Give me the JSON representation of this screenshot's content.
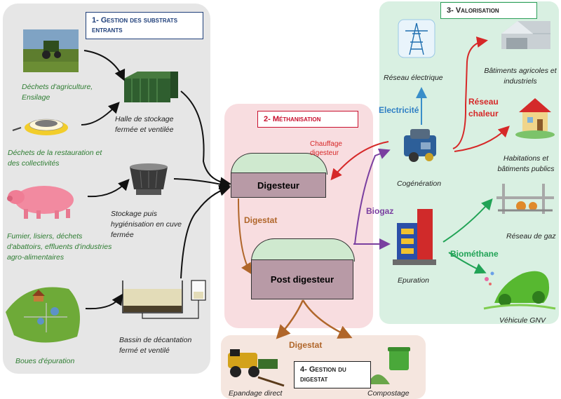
{
  "sections": {
    "s1": "1- Gestion des substrats entrants",
    "s2": "2- Méthanisation",
    "s3": "3- Valorisation",
    "s4": "4- Gestion du digestat"
  },
  "inputs": {
    "agriculture": "Déchets d'agriculture, Ensilage",
    "restauration": "Déchets de la restauration et des collectivités",
    "fumier": "Fumier, lisiers, déchets d'abattoirs, effluents d'industries agro-alimentaires",
    "boues": "Boues d'épuration"
  },
  "storage": {
    "halle": "Halle de stockage fermée et ventilée",
    "cuve": "Stockage puis hygiénisation en cuve fermée",
    "bassin": "Bassin de décantation fermé et ventilé"
  },
  "process": {
    "digesteur": "Digesteur",
    "post_digesteur": "Post digesteur",
    "digestat": "Digestat",
    "chauffage": "Chauffage digesteur",
    "biogaz": "Biogaz"
  },
  "valorisation": {
    "reseau_electrique": "Réseau électrique",
    "electricite": "Electricité",
    "reseau_chaleur": "Réseau chaleur",
    "batiments": "Bâtiments agricoles et industriels",
    "habitations": "Habitations et bâtiments publics",
    "cogeneration": "Cogénération",
    "epuration": "Epuration",
    "reseau_gaz": "Réseau de gaz",
    "biomethane": "Biométhane",
    "vehicule": "Véhicule GNV"
  },
  "digestat_mgmt": {
    "digestat": "Digestat",
    "epandage": "Epandage direct",
    "compostage": "Compostage"
  },
  "colors": {
    "panel_gray": "#e6e6e6",
    "panel_pink": "#f8dde0",
    "panel_green": "#d9f0e2",
    "panel_peach": "#f5e6df",
    "tank_fill": "#b89aa6",
    "tank_dome": "#cfe9cf",
    "arrow_black": "#111111",
    "arrow_red": "#d62828",
    "arrow_blue": "#3a8ec9",
    "arrow_purple": "#7a3fa0",
    "arrow_brown": "#b0662a",
    "arrow_green": "#21a356"
  },
  "icons": [
    "tractor-field-photo",
    "food-plate-photo",
    "pig-photo",
    "wastewater-plant-photo",
    "storage-hall-icon",
    "storage-tank-icon",
    "settling-basin-icon",
    "power-pylon-icon",
    "warehouse-icon",
    "house-icon",
    "cogeneration-engine-icon",
    "purification-unit-icon",
    "gas-network-icon",
    "gnv-car-icon",
    "spreader-icon",
    "compost-icon"
  ]
}
